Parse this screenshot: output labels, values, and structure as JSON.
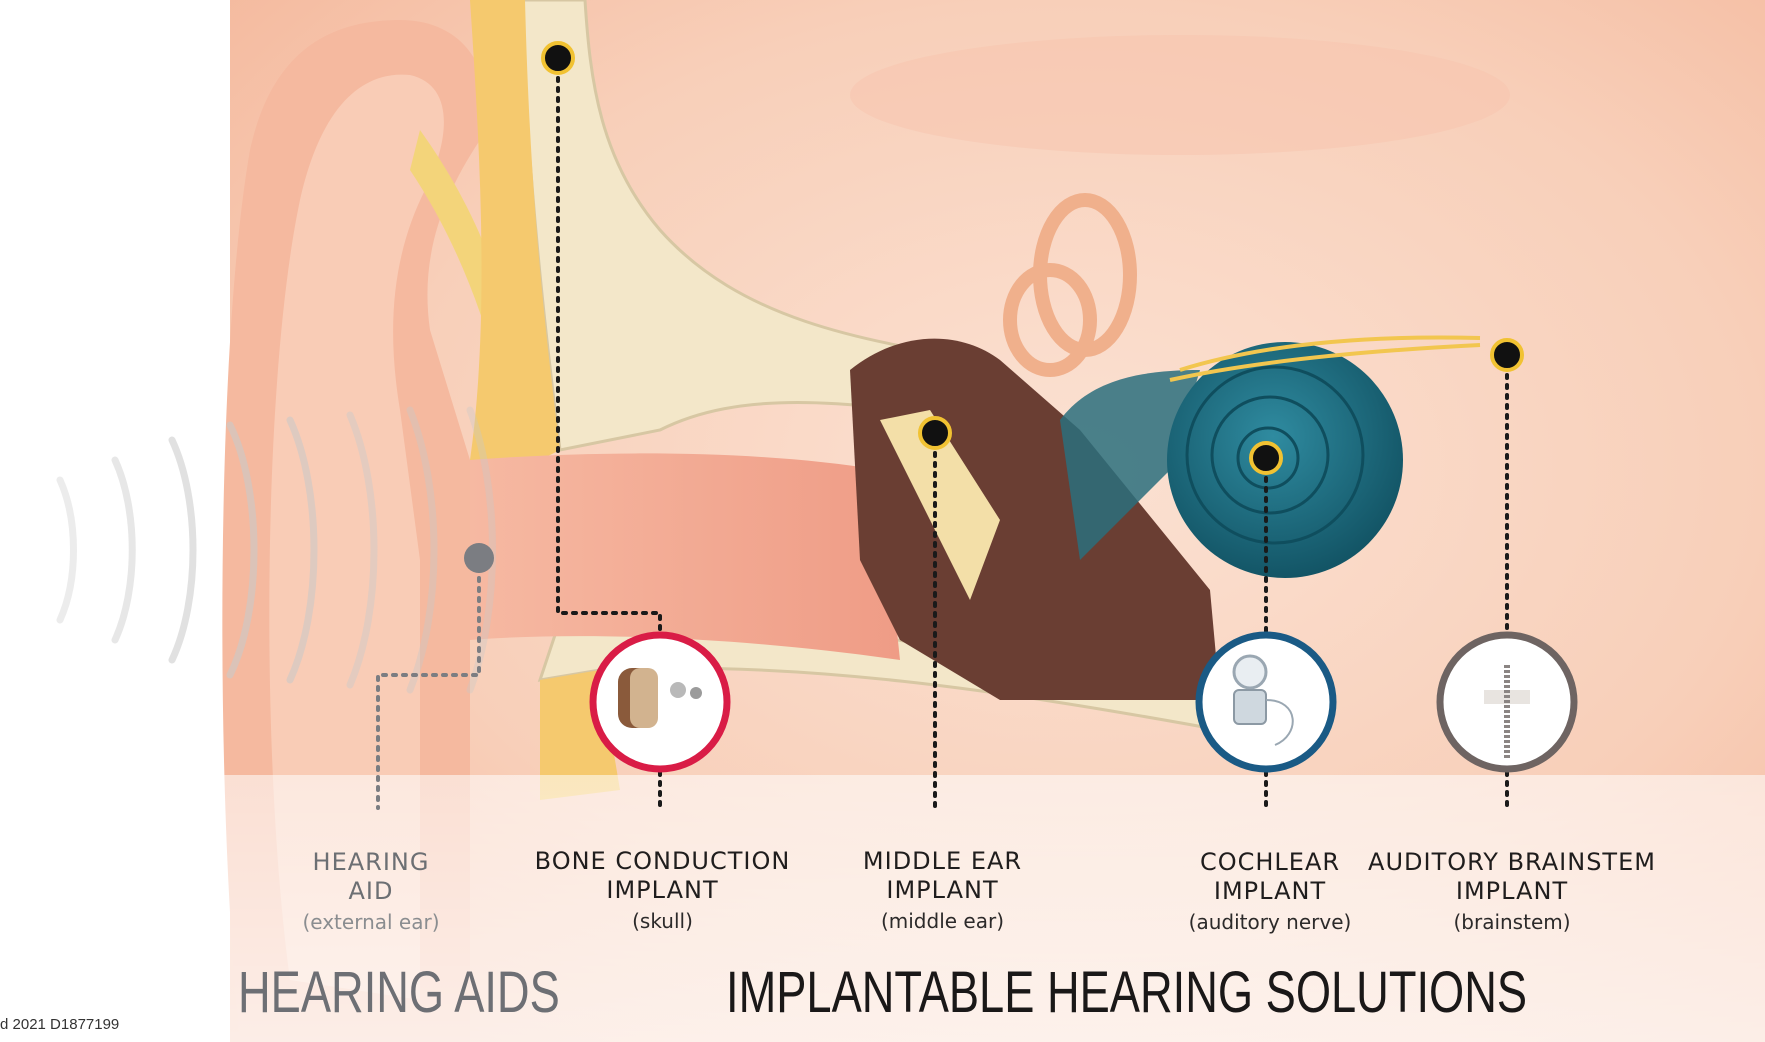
{
  "devices": [
    {
      "id": "hearing-aid",
      "title_line1": "HEARING",
      "title_line2": "AID",
      "subtitle": "(external ear)",
      "color": "#7b7d82"
    },
    {
      "id": "bone-conduction",
      "title_line1": "BONE CONDUCTION",
      "title_line2": "IMPLANT",
      "subtitle": "(skull)",
      "color": "#d91c46"
    },
    {
      "id": "middle-ear",
      "title_line1": "MIDDLE EAR",
      "title_line2": "IMPLANT",
      "subtitle": "(middle ear)",
      "color": "#111111"
    },
    {
      "id": "cochlear",
      "title_line1": "COCHLEAR",
      "title_line2": "IMPLANT",
      "subtitle": "(auditory nerve)",
      "color": "#1a5a85"
    },
    {
      "id": "brainstem",
      "title_line1": "AUDITORY BRAINSTEM",
      "title_line2": "IMPLANT",
      "subtitle": "(brainstem)",
      "color": "#6e6462"
    }
  ],
  "categories": {
    "hearing_aids": "HEARING AIDS",
    "implantable": "IMPLANTABLE HEARING SOLUTIONS"
  },
  "credit": "d 2021 D1877199",
  "colors": {
    "marker_fill": "#111111",
    "marker_ring": "#f1c232",
    "skin": "#f7c9b0",
    "cochlea": "#1f6f84",
    "bone": "#f3e7c9"
  }
}
